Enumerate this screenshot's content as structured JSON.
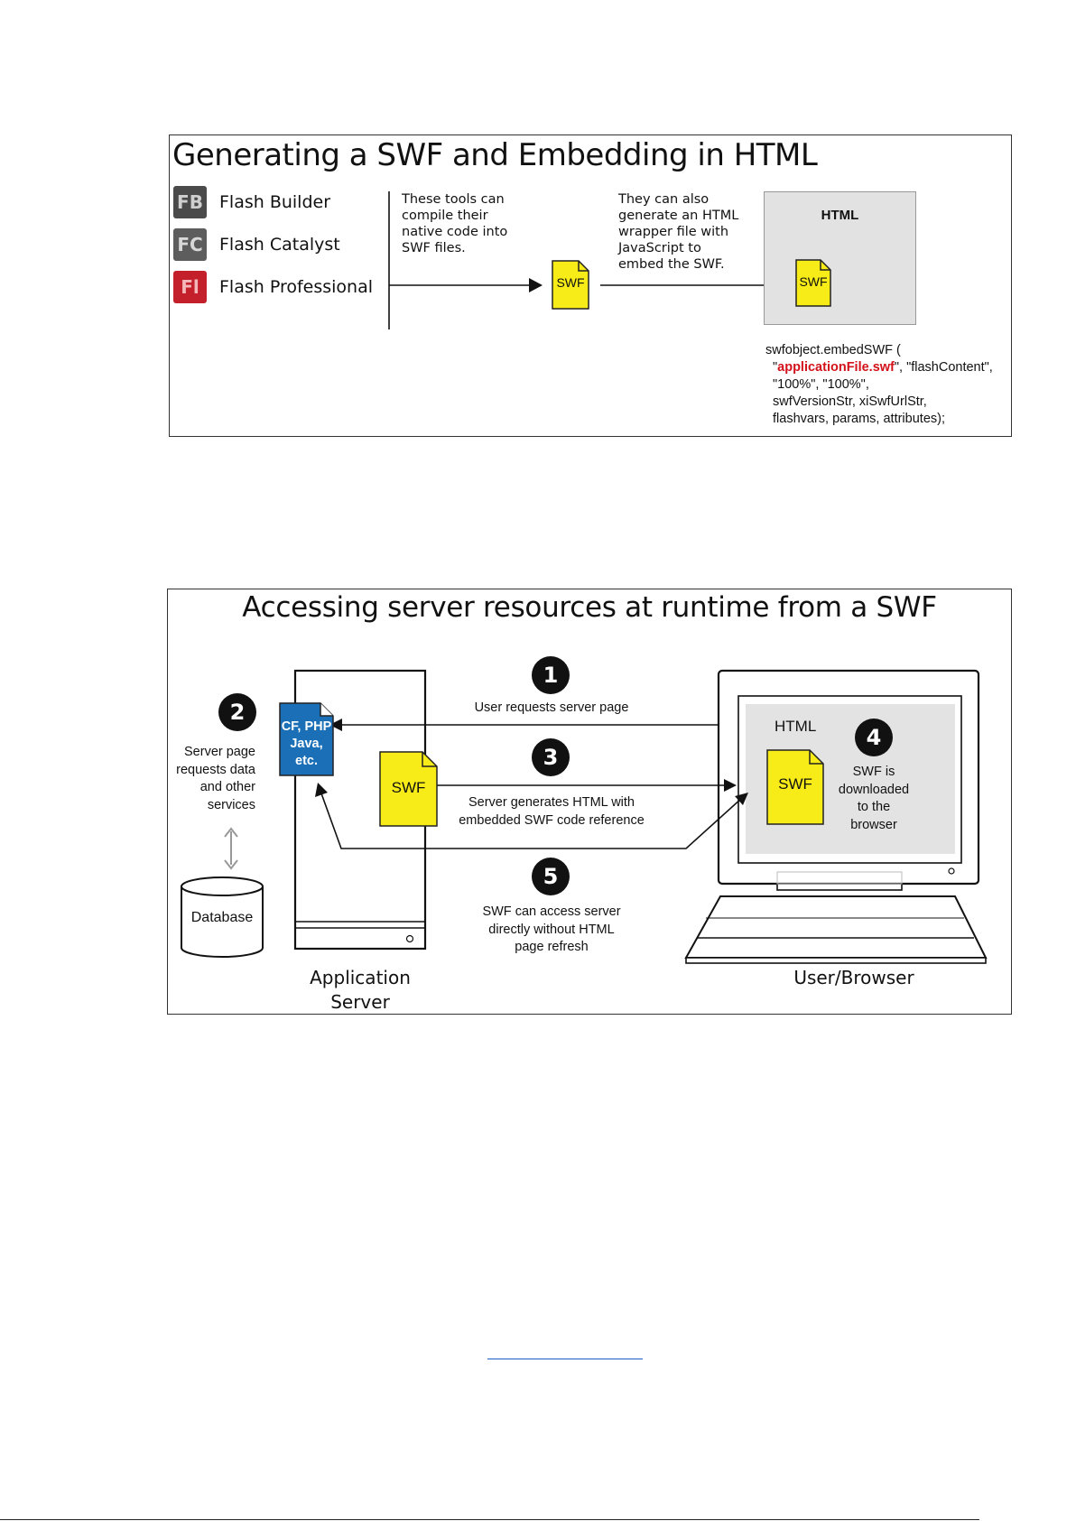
{
  "figure1": {
    "title": "Generating a SWF and Embedding in HTML",
    "tools": [
      {
        "icon_label": "FB",
        "icon_name": "flash-builder-icon",
        "label": "Flash Builder",
        "color": "#4a4a4a"
      },
      {
        "icon_label": "FC",
        "icon_name": "flash-catalyst-icon",
        "label": "Flash Catalyst",
        "color": "#5d5d5d"
      },
      {
        "icon_label": "Fl",
        "icon_name": "flash-professional-icon",
        "label": "Flash Professional",
        "color": "#c4202b"
      }
    ],
    "note_compile": "These tools can\ncompile their\nnative code into\nSWF files.",
    "note_wrapper": "They can also\ngenerate an HTML\nwrapper file with\nJavaScript to\nembed the SWF.",
    "swf_label": "SWF",
    "html_label": "HTML",
    "code": {
      "line1": "swfobject.embedSWF (",
      "line2_quote_open": "\"",
      "line2_red": "applicationFile.swf",
      "line2_rest": "\", \"flashContent\",",
      "line3": "\"100%\", \"100%\",",
      "line4": "swfVersionStr, xiSwfUrlStr,",
      "line5": "flashvars, params, attributes);"
    }
  },
  "figure2": {
    "title": "Accessing server resources at runtime from a SWF",
    "steps": [
      {
        "number": "1",
        "text": "User requests server page"
      },
      {
        "number": "2",
        "text": "Server page requests data and other services"
      },
      {
        "number": "3",
        "text": "Server generates HTML with embedded SWF code reference"
      },
      {
        "number": "4",
        "text": "SWF is downloaded to the browser"
      },
      {
        "number": "5",
        "text": "SWF can access server directly without HTML page refresh"
      }
    ],
    "step2_lines": [
      "Server page",
      "requests data",
      "and other",
      "services"
    ],
    "step3_lines": [
      "Server generates HTML with",
      "embedded SWF code reference"
    ],
    "step4_lines": [
      "SWF is",
      "downloaded",
      "to the",
      "browser"
    ],
    "step5_lines": [
      "SWF can access server",
      "directly without HTML",
      "page refresh"
    ],
    "server_script_lines": [
      "CF, PHP",
      "Java,",
      "etc."
    ],
    "swf_label": "SWF",
    "html_label": "HTML",
    "database_label": "Database",
    "app_server_lines": [
      "Application",
      "Server"
    ],
    "user_browser_label": "User/Browser",
    "colors": {
      "swf_yellow": "#f7ec17",
      "script_blue": "#1a6fb7"
    }
  }
}
